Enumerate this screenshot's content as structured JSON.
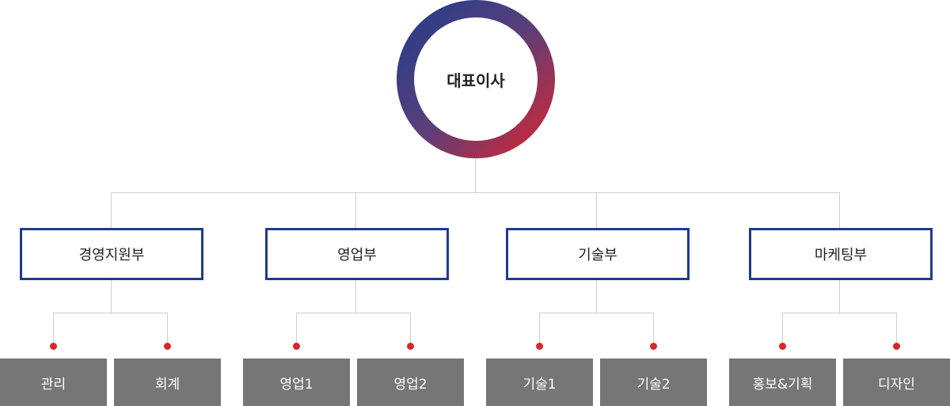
{
  "ceo": {
    "label": "대표이사"
  },
  "departments": [
    {
      "label": "경영지원부",
      "teams": [
        "관리",
        "회계"
      ]
    },
    {
      "label": "영업부",
      "teams": [
        "영업1",
        "영업2"
      ]
    },
    {
      "label": "기술부",
      "teams": [
        "기술1",
        "기술2"
      ]
    },
    {
      "label": "마케팅부",
      "teams": [
        "홍보&기획",
        "디자인"
      ]
    }
  ],
  "colors": {
    "dept_border": "#1f3c8c",
    "ring_start": "#1f3c8c",
    "ring_end": "#e0242b",
    "dot": "#d8262b",
    "team_bg": "#767676",
    "connector": "#cfcfcf"
  }
}
